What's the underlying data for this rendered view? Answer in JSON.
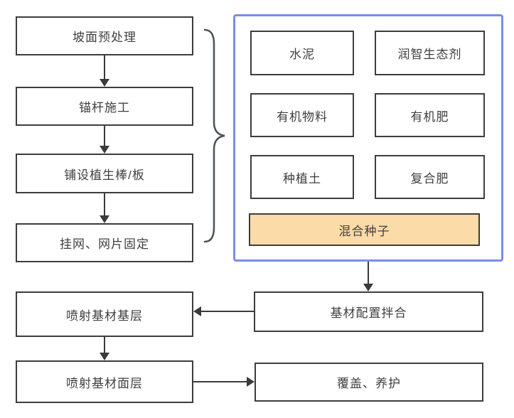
{
  "diagram": {
    "left_flow_steps": [
      "坡面预处理",
      "锚杆施工",
      "铺设植生棒/板",
      "挂网、网片固定"
    ],
    "materials": {
      "items": [
        "水泥",
        "润智生态剂",
        "有机物料",
        "有机肥",
        "种植土",
        "复合肥"
      ],
      "highlight_item": "混合种子"
    },
    "mixing_step": "基材配置拌合",
    "spray_base_step": "喷射基材基层",
    "spray_surface_step": "喷射基材面层",
    "cover_step": "覆盖、养护",
    "colors": {
      "container_border": "#7b8de8",
      "box_border": "#3d3d3d",
      "highlight_fill": "#fbdba7",
      "arrow": "#3a3a3a",
      "text": "#404040",
      "background": "#ffffff"
    }
  }
}
